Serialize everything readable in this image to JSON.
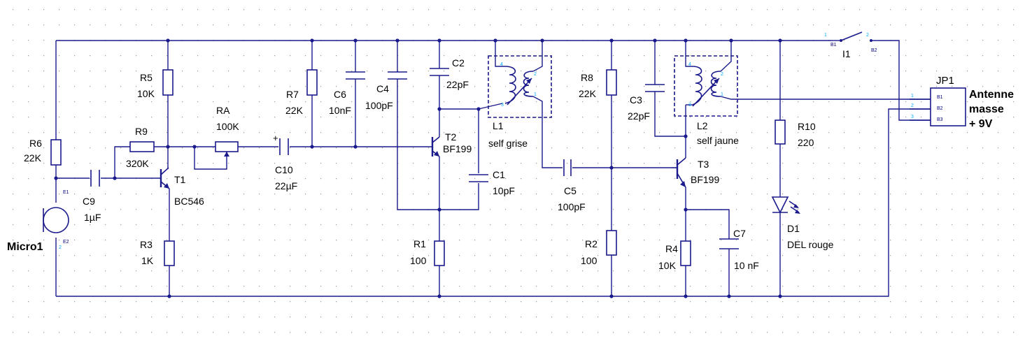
{
  "components": {
    "micro1": {
      "ref": "Micro1",
      "pin1": "E1",
      "pin2": "E2",
      "pn2": "2"
    },
    "r6": {
      "ref": "R6",
      "value": "22K"
    },
    "c9": {
      "ref": "C9",
      "value": "1µF"
    },
    "r9": {
      "ref": "R9",
      "value": "320K"
    },
    "r5": {
      "ref": "R5",
      "value": "10K"
    },
    "t1": {
      "ref": "T1",
      "value": "BC546"
    },
    "r3": {
      "ref": "R3",
      "value": "1K"
    },
    "ra": {
      "ref": "RA",
      "value": "100K"
    },
    "c10": {
      "ref": "C10",
      "value": "22µF"
    },
    "r7": {
      "ref": "R7",
      "value": "22K"
    },
    "c6": {
      "ref": "C6",
      "value": "10nF"
    },
    "c4": {
      "ref": "C4",
      "value": "100pF"
    },
    "c2": {
      "ref": "C2",
      "value": "22pF"
    },
    "t2": {
      "ref": "T2",
      "value": "BF199"
    },
    "c1": {
      "ref": "C1",
      "value": "10pF"
    },
    "r1": {
      "ref": "R1",
      "value": "100"
    },
    "l1": {
      "ref": "L1",
      "value": "self grise"
    },
    "c5": {
      "ref": "C5",
      "value": "100pF"
    },
    "r8": {
      "ref": "R8",
      "value": "22K"
    },
    "r2": {
      "ref": "R2",
      "value": "100"
    },
    "c3": {
      "ref": "C3",
      "value": "22pF"
    },
    "l2": {
      "ref": "L2",
      "value": "self jaune"
    },
    "t3": {
      "ref": "T3",
      "value": "BF199"
    },
    "r4": {
      "ref": "R4",
      "value": "10K"
    },
    "c7": {
      "ref": "C7",
      "value": "10 nF"
    },
    "r10": {
      "ref": "R10",
      "value": "220"
    },
    "d1": {
      "ref": "D1",
      "value": "DEL rouge"
    },
    "i1": {
      "ref": "I1",
      "pin1": "B1",
      "pin2": "B2",
      "pn1": "1",
      "pn2": "2"
    },
    "jp1": {
      "ref": "JP1",
      "pins": [
        "B1",
        "B2",
        "B3"
      ],
      "pin_numbers": [
        "1",
        "2",
        "3"
      ],
      "labels": [
        "Antenne",
        "masse",
        "+ 9V"
      ]
    }
  },
  "coil_pins": {
    "p1": "1",
    "p2": "2",
    "p3": "3",
    "p4": "4"
  },
  "colors": {
    "wire": "#1a1a8c",
    "text": "#000000",
    "pin_number": "#00aaff",
    "grid_dot": "#9a9a9a"
  }
}
